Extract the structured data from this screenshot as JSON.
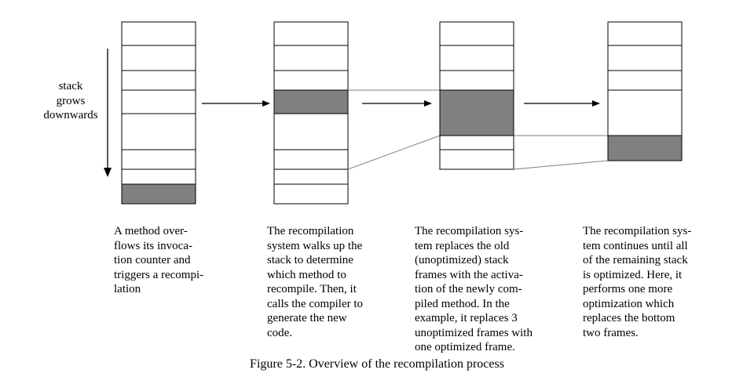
{
  "diagram": {
    "stack_label": "stack\ngrows\ndownwards",
    "colors": {
      "optimized_frame": "#808080",
      "frame": "#ffffff",
      "stroke": "#000000",
      "connector": "#808080"
    },
    "steps": [
      {
        "description": "A method over-\nflows its invoca-\ntion counter and\ntriggers a recompi-\nlation"
      },
      {
        "description": "The recompilation\nsystem walks up the\nstack to determine\nwhich method to\nrecompile. Then, it\ncalls the compiler to\ngenerate the new\ncode."
      },
      {
        "description": "The recompilation sys-\ntem replaces the old\n(unoptimized) stack\nframes with the activa-\ntion of the newly com-\npiled method. In the\nexample, it replaces 3\nunoptimized frames with\none optimized frame."
      },
      {
        "description": "The recompilation sys-\ntem continues until all\nof the remaining stack\nis optimized. Here, it\nperforms one more\noptimization which\nreplaces the bottom\ntwo frames."
      }
    ],
    "caption": "Figure 5-2.  Overview of the recompilation process"
  }
}
